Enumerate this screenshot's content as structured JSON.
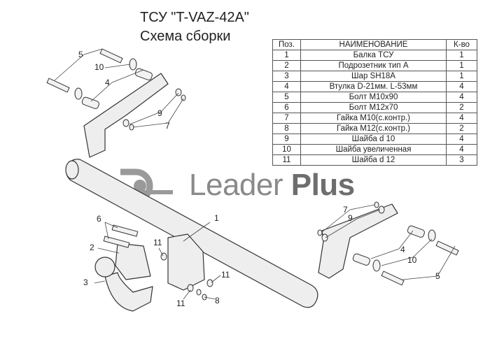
{
  "header": {
    "title": "ТСУ \"T-VAZ-42A\"",
    "subtitle": "Схема сборки"
  },
  "table": {
    "columns": [
      "Поз.",
      "НАИМЕНОВАНИЕ",
      "К-во"
    ],
    "rows": [
      {
        "pos": "1",
        "name": "Балка ТСУ",
        "qty": "1"
      },
      {
        "pos": "2",
        "name": "Подрозетник тип А",
        "qty": "1"
      },
      {
        "pos": "3",
        "name": "Шар SH18A",
        "qty": "1"
      },
      {
        "pos": "4",
        "name": "Втулка D-21мм.  L-53мм",
        "qty": "4"
      },
      {
        "pos": "5",
        "name": "Болт М10х90",
        "qty": "4"
      },
      {
        "pos": "6",
        "name": "Болт М12х70",
        "qty": "2"
      },
      {
        "pos": "7",
        "name": "Гайка  М10(с.контр.)",
        "qty": "4"
      },
      {
        "pos": "8",
        "name": "Гайка М12(с.контр.)",
        "qty": "2"
      },
      {
        "pos": "9",
        "name": "Шайба d 10",
        "qty": "4"
      },
      {
        "pos": "10",
        "name": "Шайба увеличенная",
        "qty": "4"
      },
      {
        "pos": "11",
        "name": "Шайба d 12",
        "qty": "3"
      }
    ]
  },
  "brand": {
    "name_light": "Leader ",
    "name_bold": "Plus"
  },
  "callouts": {
    "l1": "1",
    "l2": "2",
    "l3": "3",
    "l4a": "4",
    "l4b": "4",
    "l5a": "5",
    "l5b": "5",
    "l6": "6",
    "l7a": "7",
    "l7b": "7",
    "l8": "8",
    "l9a": "9",
    "l9b": "9",
    "l10a": "10",
    "l10b": "10",
    "l11a": "11",
    "l11b": "11",
    "l11c": "11"
  },
  "colors": {
    "part_fill": "#eeeeee",
    "outline": "#333333",
    "watermark": "#8a8a8a"
  }
}
